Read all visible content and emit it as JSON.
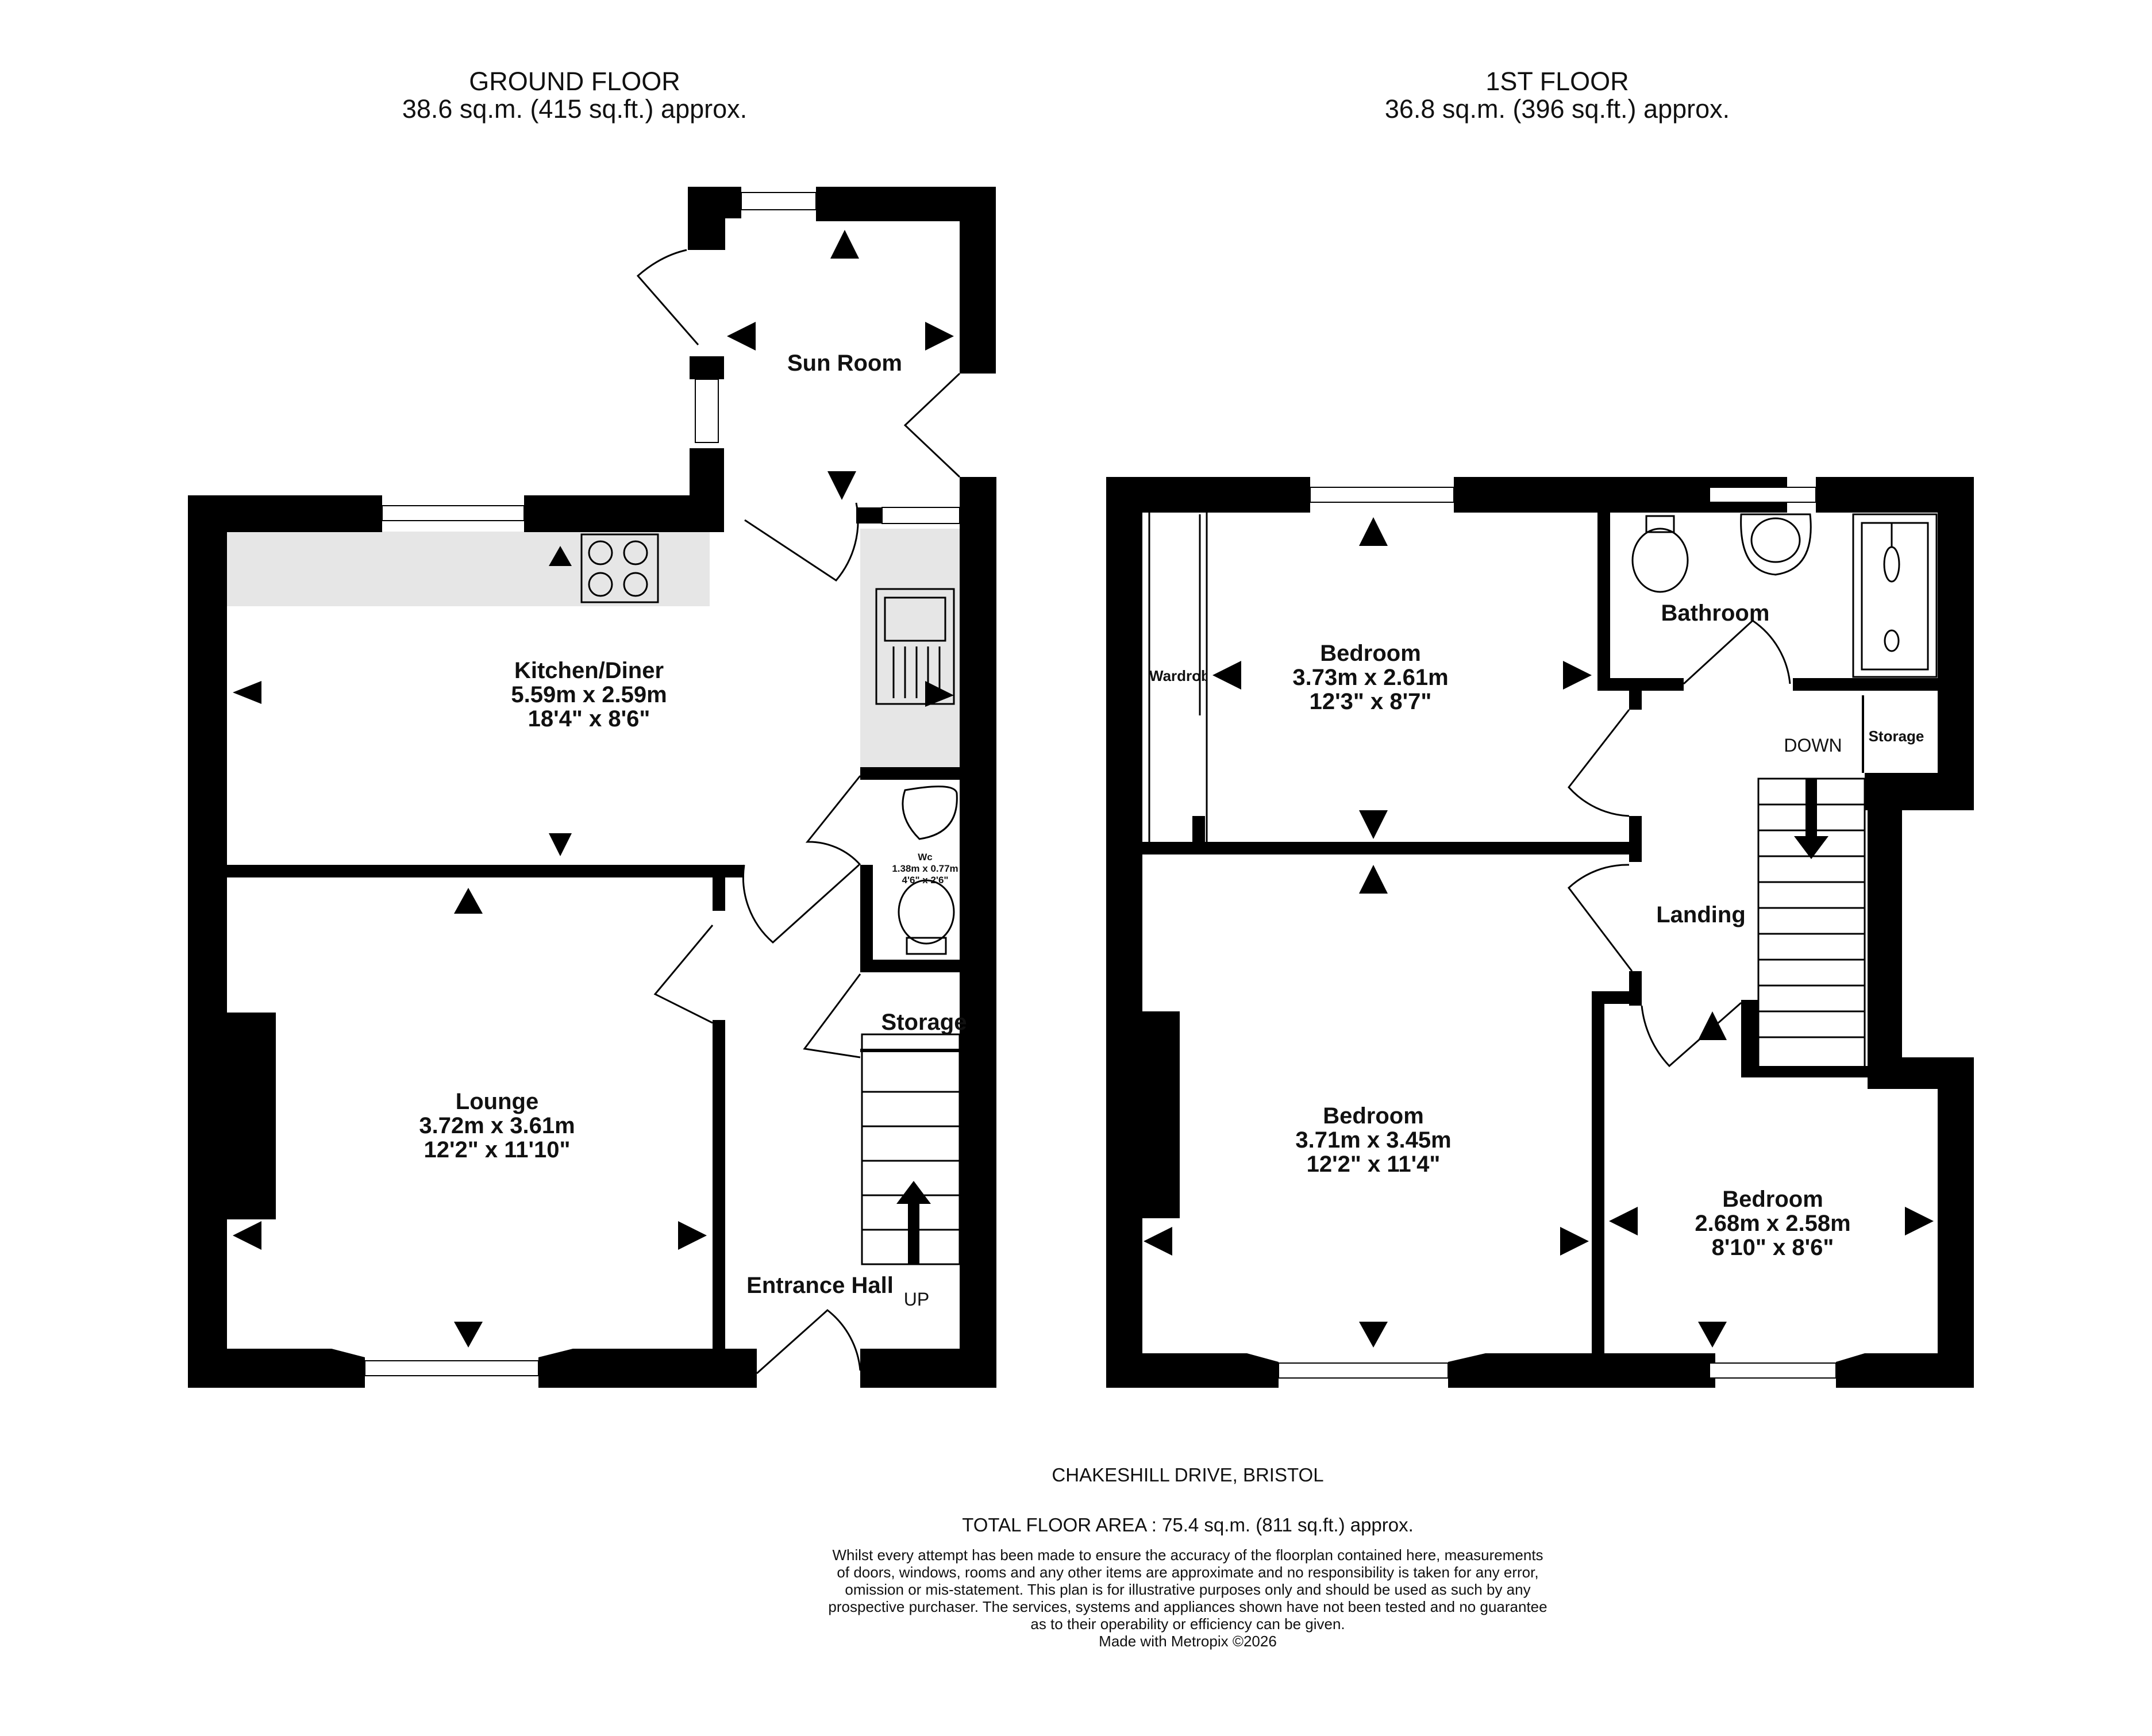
{
  "colors": {
    "wall": "#000000",
    "worktop": "#e6e6e6",
    "text": "#111111",
    "background": "#ffffff"
  },
  "floors": {
    "ground": {
      "title": "GROUND FLOOR",
      "area": "38.6 sq.m. (415 sq.ft.) approx."
    },
    "first": {
      "title": "1ST FLOOR",
      "area": "36.8 sq.m. (396 sq.ft.) approx."
    }
  },
  "rooms": {
    "sun_room": {
      "name": "Sun Room"
    },
    "kitchen": {
      "name": "Kitchen/Diner",
      "metric": "5.59m  x 2.59m",
      "imperial": "18'4\"  x 8'6\""
    },
    "lounge": {
      "name": "Lounge",
      "metric": "3.72m  x 3.61m",
      "imperial": "12'2\"  x 11'10\""
    },
    "wc": {
      "name": "Wc",
      "metric": "1.38m  x 0.77m",
      "imperial": "4'6\"  x 2'6\""
    },
    "storage_ground": {
      "name": "Storage"
    },
    "entrance_hall": {
      "name": "Entrance Hall"
    },
    "bedroom_1": {
      "name": "Bedroom",
      "metric": "3.73m  x 2.61m",
      "imperial": "12'3\"  x 8'7\""
    },
    "bedroom_2": {
      "name": "Bedroom",
      "metric": "3.71m  x 3.45m",
      "imperial": "12'2\"  x 11'4\""
    },
    "bedroom_3": {
      "name": "Bedroom",
      "metric": "2.68m  x 2.58m",
      "imperial": "8'10\"  x 8'6\""
    },
    "bathroom": {
      "name": "Bathroom"
    },
    "landing": {
      "name": "Landing"
    },
    "storage_first": {
      "name": "Storage"
    },
    "wardrobe": {
      "name": "Wardrobe"
    }
  },
  "stairs": {
    "up": "UP",
    "down": "DOWN"
  },
  "footer": {
    "address": "CHAKESHILL DRIVE, BRISTOL",
    "total_area": "TOTAL FLOOR AREA : 75.4 sq.m. (811 sq.ft.) approx.",
    "disclaimer": [
      "Whilst every attempt has been made to ensure the accuracy of the floorplan contained here, measurements",
      "of doors, windows, rooms and any other items are approximate and no responsibility is taken for any error,",
      "omission or mis-statement. This plan is for illustrative purposes only and should be used as such by any",
      "prospective purchaser. The services, systems and appliances shown have not been tested and no guarantee",
      "as to their operability or efficiency can be given."
    ],
    "credit": "Made with Metropix ©2026"
  }
}
